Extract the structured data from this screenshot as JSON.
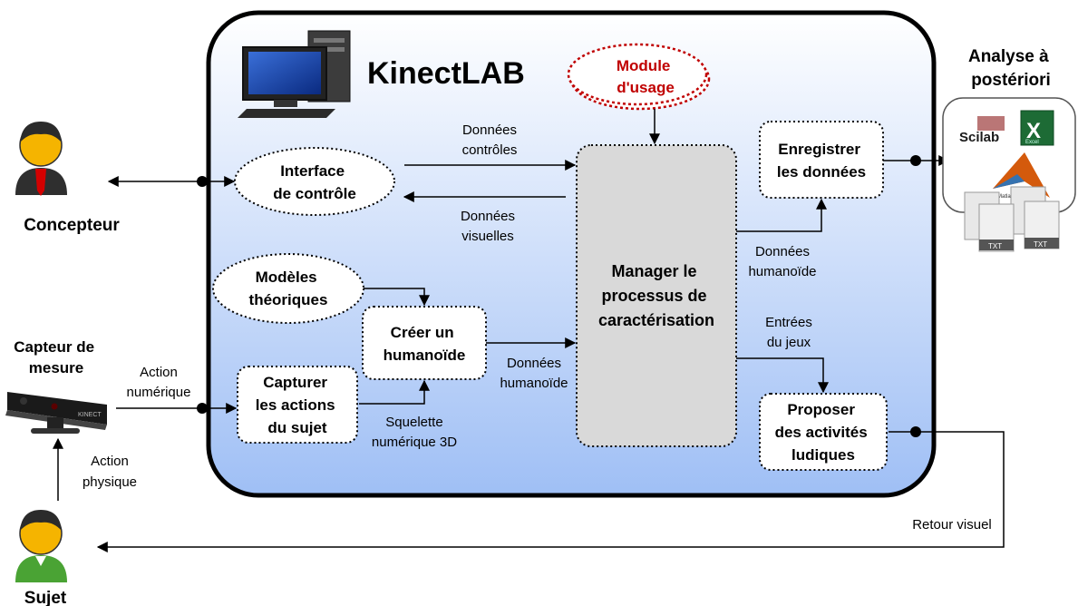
{
  "title": "KinectLAB",
  "actors": {
    "designer": "Concepteur",
    "subject": "Sujet",
    "sensor": [
      "Capteur de",
      "mesure"
    ],
    "analysis": [
      "Analyse à",
      "postériori"
    ]
  },
  "nodes": {
    "interface": [
      "Interface",
      "de contrôle"
    ],
    "models": [
      "Modèles",
      "théoriques"
    ],
    "create": [
      "Créer un",
      "humanoïde"
    ],
    "capture": [
      "Capturer",
      "les actions",
      "du sujet"
    ],
    "manager": [
      "Manager le",
      "processus de",
      "caractérisation"
    ],
    "usage": [
      "Module",
      "d'usage"
    ],
    "record": [
      "Enregistrer",
      "les données"
    ],
    "propose": [
      "Proposer",
      "des activités",
      "ludiques"
    ]
  },
  "edge_labels": {
    "control_data": [
      "Données",
      "contrôles"
    ],
    "visual_data": [
      "Données",
      "visuelles"
    ],
    "action_numeric": [
      "Action",
      "numérique"
    ],
    "action_physical": [
      "Action",
      "physique"
    ],
    "skeleton": [
      "Squelette",
      "numérique  3D"
    ],
    "humanoid_data_1": [
      "Données",
      "humanoïde"
    ],
    "humanoid_data_2": [
      "Données",
      "humanoïde"
    ],
    "game_inputs": [
      "Entrées",
      "du jeux"
    ],
    "visual_feedback": "Retour visuel"
  },
  "sensor_brand": "KINECT",
  "software": [
    "Scilab",
    "Excel",
    "Matlab",
    "TXT"
  ],
  "colors": {
    "usage_text": "#c00000",
    "panel_top": "#ffffff",
    "panel_bottom": "#9fbff5",
    "manager_fill": "#d9d9d9",
    "skin": "#f5b400",
    "designer_shirt": "#2f2f2f",
    "subject_shirt": "#4aa334"
  }
}
